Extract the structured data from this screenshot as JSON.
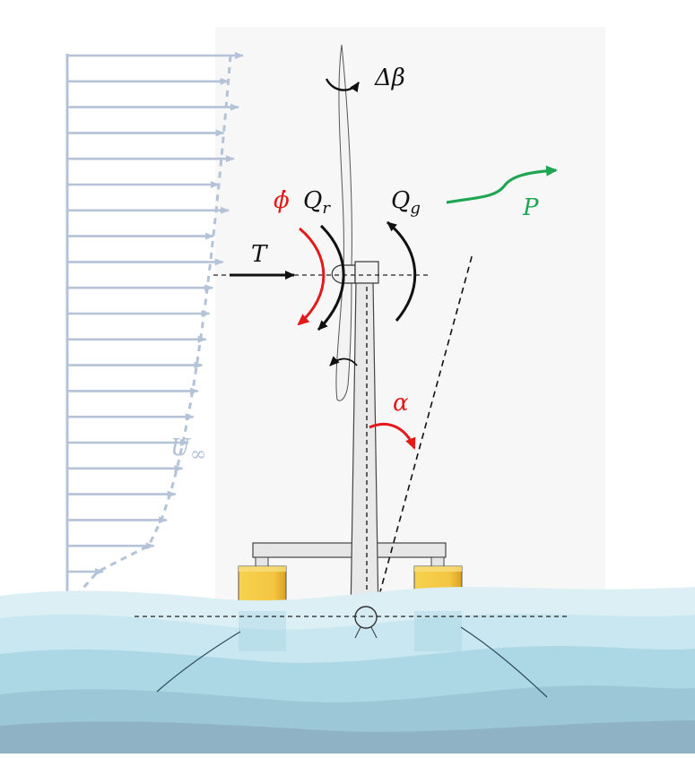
{
  "labels": {
    "pitch_increment": "Δβ",
    "platform_rate": "ϕ̇",
    "rotor_torque": "Q",
    "rotor_torque_sub": "r",
    "generator_torque": "Q",
    "generator_torque_sub": "g",
    "power": "P",
    "thrust": "T",
    "tilt_angle": "α",
    "wind_speed": "U",
    "wind_speed_sub": "∞"
  },
  "colors": {
    "wind": "#b4c3d7",
    "highlight": "#e41a1a",
    "power": "#1fa653",
    "ink": "#111111",
    "float_top": "#f4c542",
    "float_bottom": "#b36a78",
    "sea_light": "#cfeaf1",
    "sea_mid": "#a9d6e3",
    "sea_dark": "#8fb3c5"
  },
  "icons": {
    "wind_profile": "wind-profile-arrows-icon",
    "turbine": "floating-wind-turbine-icon"
  }
}
